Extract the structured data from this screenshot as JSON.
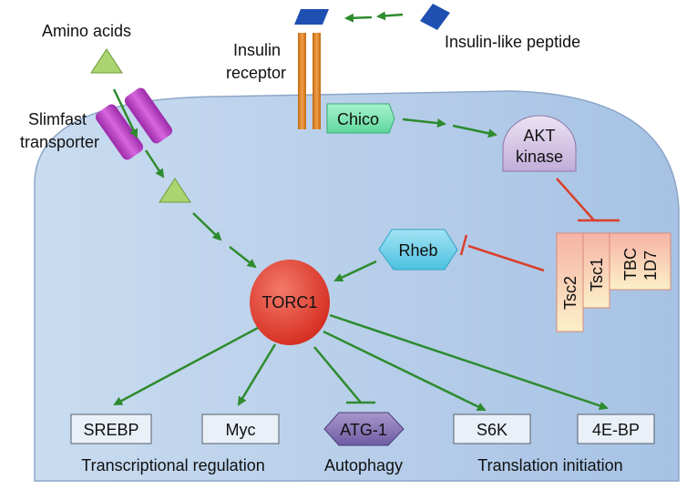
{
  "labels": {
    "amino_acids": "Amino acids",
    "slimfast_1": "Slimfast",
    "slimfast_2": "transporter",
    "insulin_receptor_1": "Insulin",
    "insulin_receptor_2": "receptor",
    "insulin_like_peptide": "Insulin-like peptide",
    "chico": "Chico",
    "akt_1": "AKT",
    "akt_2": "kinase",
    "rheb": "Rheb",
    "torc1": "TORC1",
    "tsc2": "Tsc2",
    "tsc1": "Tsc1",
    "tbc_1": "TBC",
    "tbc_2": "1D7",
    "srebp": "SREBP",
    "myc": "Myc",
    "atg1": "ATG-1",
    "s6k": "S6K",
    "4ebp": "4E-BP",
    "transcriptional_regulation": "Transcriptional regulation",
    "autophagy": "Autophagy",
    "translation_initiation": "Translation initiation"
  },
  "colors": {
    "cell": "#b7cfe9",
    "arrow": "#2e8b2e",
    "inhibit": "#d9402c",
    "transporter": "#b43cc0",
    "receptor": "#d9801f",
    "chico": "#7ee8b3",
    "akt": "#d9c9e6",
    "rheb": "#6fd3ec",
    "torc1": "#e0382a",
    "tsc": "#fbd6c0",
    "atg1": "#8d7ab8",
    "amino_acid": "#a9d46f",
    "peptide": "#1f4fb0"
  }
}
